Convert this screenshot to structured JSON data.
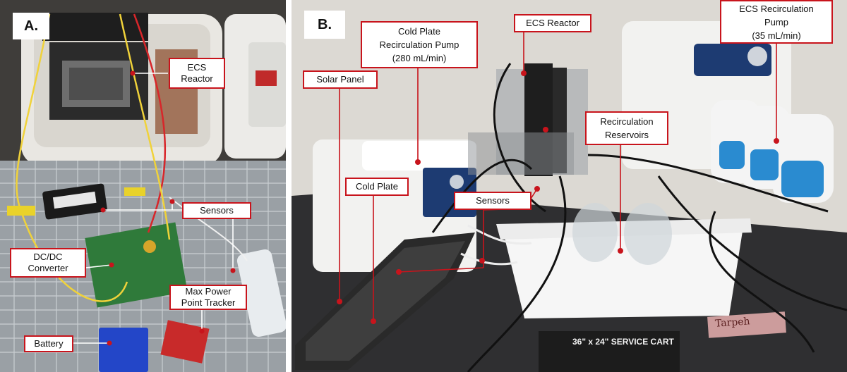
{
  "panel_a": {
    "letter": "A.",
    "labels": {
      "ecs_reactor": "ECS\nReactor",
      "sensors": "Sensors",
      "dc_dc_converter": "DC/DC\nConverter",
      "mppt": "Max Power\nPoint Tracker",
      "battery": "Battery"
    }
  },
  "panel_b": {
    "letter": "B.",
    "labels": {
      "solar_panel": "Solar Panel",
      "cold_plate_pump": "Cold Plate\nRecirculation Pump\n(280 mL/min)",
      "ecs_reactor": "ECS Reactor",
      "ecs_pump": "ECS Recirculation\nPump\n(35 mL/min)",
      "recirculation_reservoirs": "Recirculation\nReservoirs",
      "cold_plate": "Cold Plate",
      "sensors": "Sensors"
    },
    "cart_label": "36\" x 24\" SERVICE CART",
    "tape_label": "Tarpeh"
  },
  "colors": {
    "callout_border": "#c8141c",
    "leader_line": "#ffffff",
    "anchor_dot": "#c8141c"
  }
}
